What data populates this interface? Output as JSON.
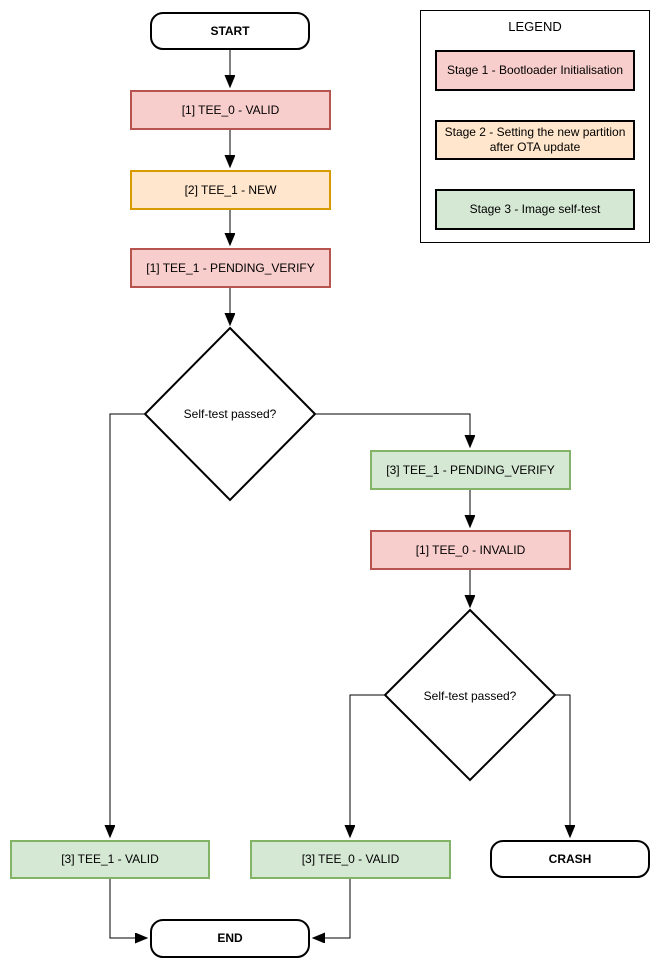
{
  "diagram": {
    "nodes": {
      "start": "START",
      "tee0_valid_s1": "[1] TEE_0 - VALID",
      "tee1_new_s2": "[2] TEE_1 - NEW",
      "tee1_pending_verify_s1": "[1] TEE_1 - PENDING_VERIFY",
      "self_test_1": "Self-test passed?",
      "tee1_pending_verify_s3": "[3] TEE_1 - PENDING_VERIFY",
      "tee0_invalid_s1": "[1] TEE_0 - INVALID",
      "self_test_2": "Self-test passed?",
      "tee1_valid_s3": "[3] TEE_1 - VALID",
      "tee0_valid_s3": "[3] TEE_0 - VALID",
      "crash": "CRASH",
      "end": "END"
    },
    "legend": {
      "title": "LEGEND",
      "items": [
        {
          "label": "Stage 1 - Bootloader Initialisation",
          "fill": "#F8CECC"
        },
        {
          "label": "Stage 2 - Setting the new partition after OTA update",
          "fill": "#FFE6CC"
        },
        {
          "label": "Stage 3 - Image self-test",
          "fill": "#D5E8D4"
        }
      ]
    },
    "colors": {
      "stage1_fill": "#F8CECC",
      "stage1_border": "#B85450",
      "stage2_fill": "#FFE6CC",
      "stage2_border": "#D79B00",
      "stage3_fill": "#D5E8D4",
      "stage3_border": "#82B366",
      "connector": "#000000",
      "terminator_border": "#000000"
    }
  }
}
